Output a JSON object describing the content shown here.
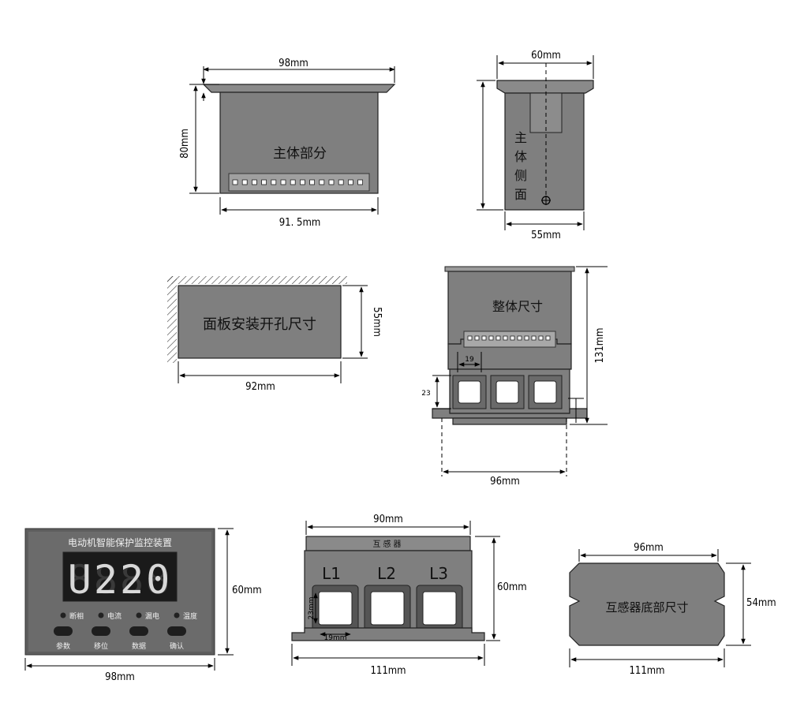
{
  "main_body": {
    "label": "主体部分",
    "dim_width_top": "98mm",
    "dim_height": "80mm",
    "dim_width_bottom": "91. 5mm"
  },
  "side_view": {
    "label_chars": [
      "主",
      "体",
      "侧",
      "面"
    ],
    "dim_width_top": "60mm",
    "dim_width_bottom": "55mm"
  },
  "panel_cutout": {
    "label": "面板安装开孔尺寸",
    "dim_height": "55mm",
    "dim_width": "92mm"
  },
  "overall": {
    "label": "整体尺寸",
    "dim_height": "131mm",
    "dim_hole_width": "19",
    "dim_hole_height": "23",
    "dim_width": "96mm"
  },
  "front_panel": {
    "title": "电动机智能保护监控装置",
    "display": "U220",
    "indicators": [
      "断相",
      "电流",
      "漏电",
      "温度"
    ],
    "buttons": [
      "参数",
      "移位",
      "数据",
      "确认"
    ],
    "dim_height": "60mm",
    "dim_width": "98mm"
  },
  "transformer": {
    "title": "互感器",
    "phases": [
      "L1",
      "L2",
      "L3"
    ],
    "dim_width_top": "90mm",
    "dim_height": "60mm",
    "dim_width_bottom": "111mm",
    "dim_hole_height": "23mm",
    "dim_hole_width": "19mm"
  },
  "transformer_base": {
    "label": "互感器底部尺寸",
    "dim_width_top": "96mm",
    "dim_height": "54mm",
    "dim_width_bottom": "111mm"
  }
}
